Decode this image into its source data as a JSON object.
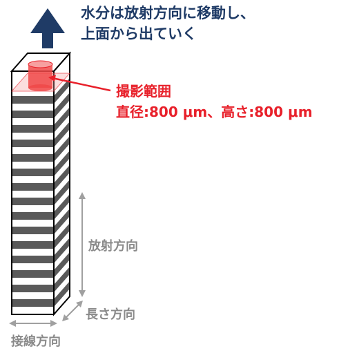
{
  "notes": {
    "moisture_line1": "水分は放射方向に移動し、",
    "moisture_line2": "上面から出ていく",
    "imaging_title": "撮影範囲",
    "imaging_spec": "直径:800 μm、高さ:800 μm"
  },
  "axes": {
    "radial": "放射方向",
    "longitudinal": "長さ方向",
    "tangential": "接線方向"
  },
  "colors": {
    "arrow_blue": "#1f3b66",
    "highlight_red": "#e8202a",
    "stripe_gray": "#5a5a5a",
    "axis_gray": "#a0a0a0"
  },
  "icons": {
    "moisture_arrow": "up-arrow-icon",
    "imaging_region": "cylinder-icon"
  }
}
